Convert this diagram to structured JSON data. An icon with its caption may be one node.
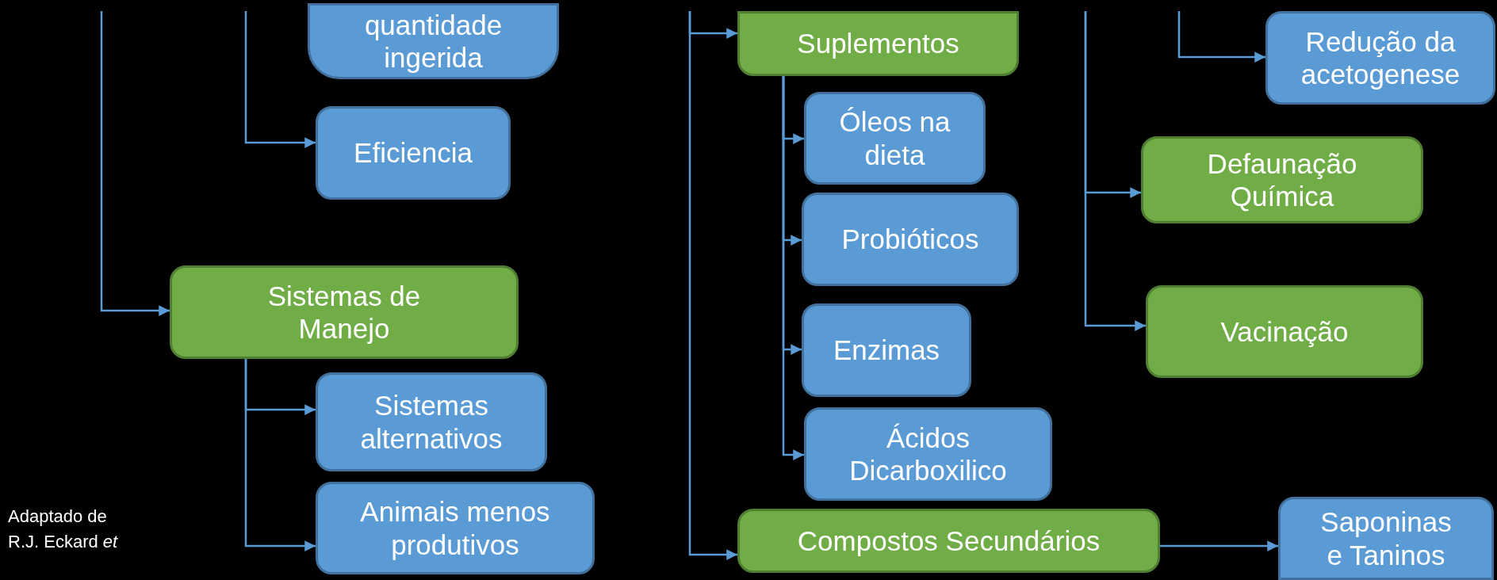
{
  "diagram": {
    "nodes": [
      {
        "text": [
          "quantidade ingerida"
        ]
      },
      {
        "text": [
          "Eficiencia"
        ]
      },
      {
        "text": [
          "Sistemas de Manejo"
        ]
      },
      {
        "text": [
          "Sistemas alternativos"
        ]
      },
      {
        "text": [
          "Animais menos produtivos"
        ]
      },
      {
        "text": [
          "Suplementos"
        ]
      },
      {
        "text": [
          "Óleos na dieta"
        ]
      },
      {
        "text": [
          "Probióticos"
        ]
      },
      {
        "text": [
          "Enzimas"
        ]
      },
      {
        "text": [
          "Ácidos Dicarboxilico"
        ]
      },
      {
        "text": [
          "Compostos Secundários"
        ]
      },
      {
        "text": [
          "Redução da acetogenese"
        ]
      },
      {
        "text": [
          "Defaunação Química"
        ]
      },
      {
        "text": [
          "Vacinação"
        ]
      },
      {
        "text": [
          "Saponinas e Taninos"
        ]
      }
    ],
    "edges": [
      {
        "from": null,
        "to": 2,
        "arrow": "to"
      },
      {
        "from": null,
        "to": 1,
        "arrow": "to"
      },
      {
        "from": 2,
        "to": 3,
        "arrow": "to"
      },
      {
        "from": 2,
        "to": 4,
        "arrow": "to"
      },
      {
        "from": null,
        "to": 5,
        "arrow": "to"
      },
      {
        "from": null,
        "to": 10,
        "arrow": "to"
      },
      {
        "from": 5,
        "to": 6,
        "arrow": "to"
      },
      {
        "from": 5,
        "to": 7,
        "arrow": "to"
      },
      {
        "from": 5,
        "to": 8,
        "arrow": "to"
      },
      {
        "from": 5,
        "to": 9,
        "arrow": "to"
      },
      {
        "from": 10,
        "to": 14,
        "arrow": "to"
      },
      {
        "from": null,
        "to": 11,
        "arrow": "to"
      },
      {
        "from": null,
        "to": 12,
        "arrow": "to"
      },
      {
        "from": null,
        "to": 13,
        "arrow": "to"
      }
    ],
    "labels": [
      "Adaptado de R.J. Eckard *et*"
    ]
  }
}
